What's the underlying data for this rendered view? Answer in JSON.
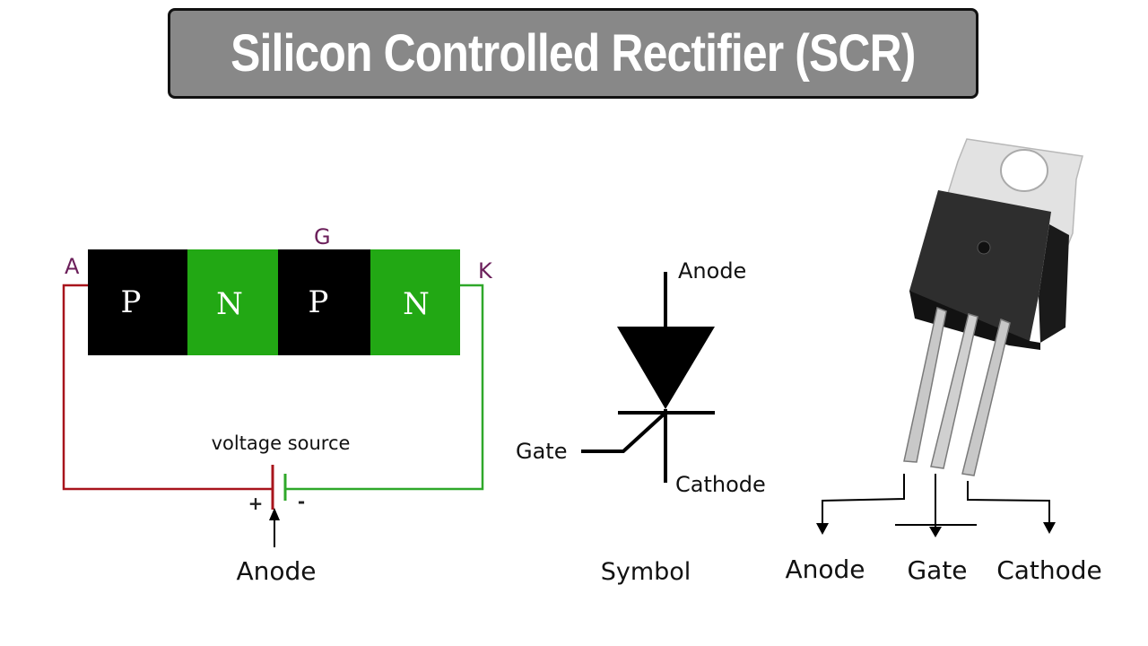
{
  "title": "Silicon Controlled Rectifier (SCR)",
  "colors": {
    "p_layer": "#000000",
    "n_layer": "#22a814",
    "anode_wire": "#a8141c",
    "cathode_wire": "#2fa82a",
    "terminal_label": "#6b1f5a",
    "title_bg": "#888888"
  },
  "structure": {
    "layers": [
      {
        "type": "P",
        "label": "P"
      },
      {
        "type": "N",
        "label": "N"
      },
      {
        "type": "P",
        "label": "P"
      },
      {
        "type": "N",
        "label": "N"
      }
    ],
    "terminal_anode": "A",
    "terminal_gate": "G",
    "terminal_cathode": "K",
    "source_label": "voltage source",
    "plus": "+",
    "minus": "-",
    "arrow_label": "Anode"
  },
  "symbol": {
    "anode": "Anode",
    "gate": "Gate",
    "cathode": "Cathode",
    "caption": "Symbol"
  },
  "package": {
    "pins": [
      "Anode",
      "Gate",
      "Cathode"
    ]
  }
}
